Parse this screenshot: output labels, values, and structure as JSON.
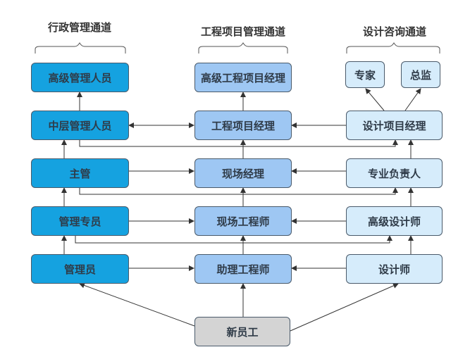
{
  "headers": {
    "admin": "行政管理通道",
    "eng": "工程项目管理通道",
    "design": "设计咨询通道"
  },
  "nodes": {
    "admin_senior": "高级管理人员",
    "admin_middle": "中层管理人员",
    "admin_supervisor": "主管",
    "admin_specialist": "管理专员",
    "admin_clerk": "管理员",
    "eng_senior": "高级工程项目经理",
    "eng_pm": "工程项目经理",
    "eng_site_manager": "现场经理",
    "eng_site_engineer": "现场工程师",
    "eng_assistant": "助理工程师",
    "design_expert": "专家",
    "design_director": "总监",
    "design_pm": "设计项目经理",
    "design_lead": "专业负责人",
    "design_senior": "高级设计师",
    "design_designer": "设计师",
    "new_employee": "新员工"
  },
  "colors": {
    "admin": "#15a2e0",
    "eng": "#9ec7f3",
    "design": "#d6ecfb",
    "new": "#d4d4d4",
    "line": "#333333"
  }
}
